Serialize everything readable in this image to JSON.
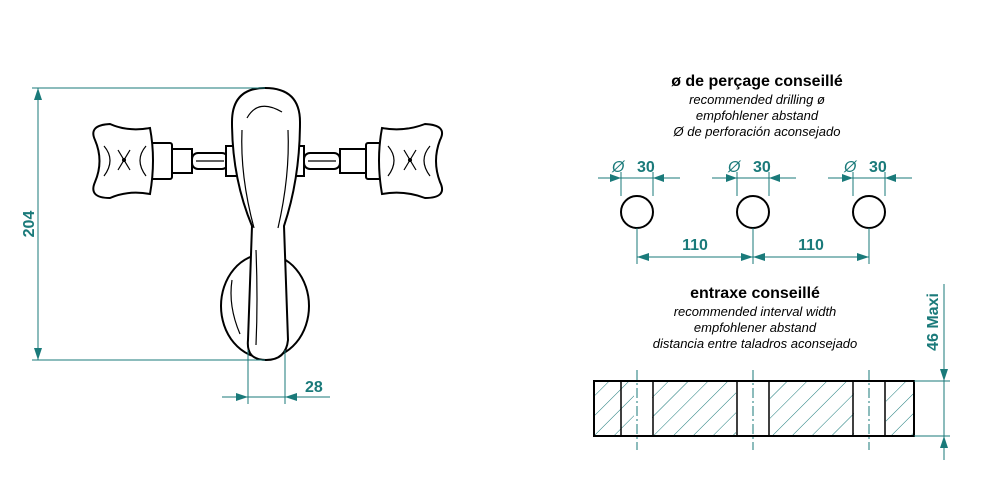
{
  "faucet": {
    "height_dim": "204",
    "spout_dim": "28"
  },
  "drilling": {
    "title": "ø de perçage conseillé",
    "lines": [
      "recommended drilling ø",
      "empfohlener abstand",
      "Ø de perforación aconsejado"
    ],
    "hole_symbol": "Ø",
    "hole_diameters": [
      "30",
      "30",
      "30"
    ],
    "spacings": [
      "110",
      "110"
    ]
  },
  "interval": {
    "title": "entraxe conseillé",
    "lines": [
      "recommended interval width",
      "empfohlener abstand",
      "distancia entre taladros aconsejado"
    ],
    "max_depth": "46 Maxi"
  },
  "colors": {
    "dimension": "#1a7a7a",
    "outline": "#000000"
  }
}
